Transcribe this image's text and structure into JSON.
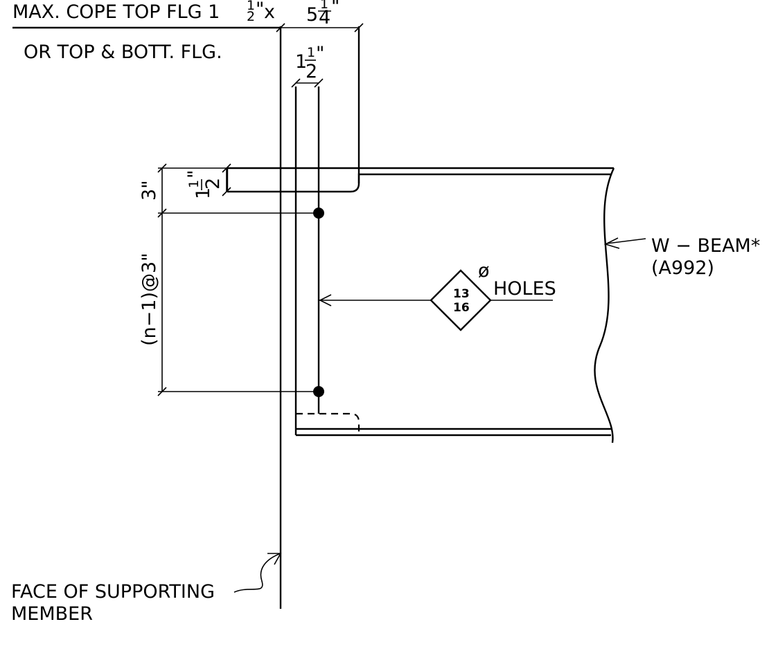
{
  "notes": {
    "cope_line1_a": "MAX. COPE TOP FLG 1",
    "cope_frac_num": "1",
    "cope_frac_den": "2",
    "cope_inch": "\"",
    "cope_x": "x",
    "cope_line2": "OR TOP & BOTT. FLG.",
    "cope_len_whole": "5",
    "cope_len_num": "1",
    "cope_len_den": "4",
    "cope_len_inch": "\""
  },
  "dimensions": {
    "plate_edge_whole": "1",
    "plate_edge_num": "1",
    "plate_edge_den": "2",
    "plate_edge_inch": "\"",
    "top_to_bolt": "3\"",
    "cope_depth_whole": "1",
    "cope_depth_num": "1",
    "cope_depth_den": "2",
    "cope_depth_inch": "\"",
    "bolt_spacing": "(n−1)@3\""
  },
  "beam": {
    "label": "W  −  BEAM*",
    "material": "(A992)"
  },
  "holes": {
    "num": "13",
    "den": "16",
    "diameter_symbol": "ø",
    "label": "HOLES"
  },
  "support": {
    "line1": "FACE OF SUPPORTING",
    "line2": "MEMBER"
  }
}
